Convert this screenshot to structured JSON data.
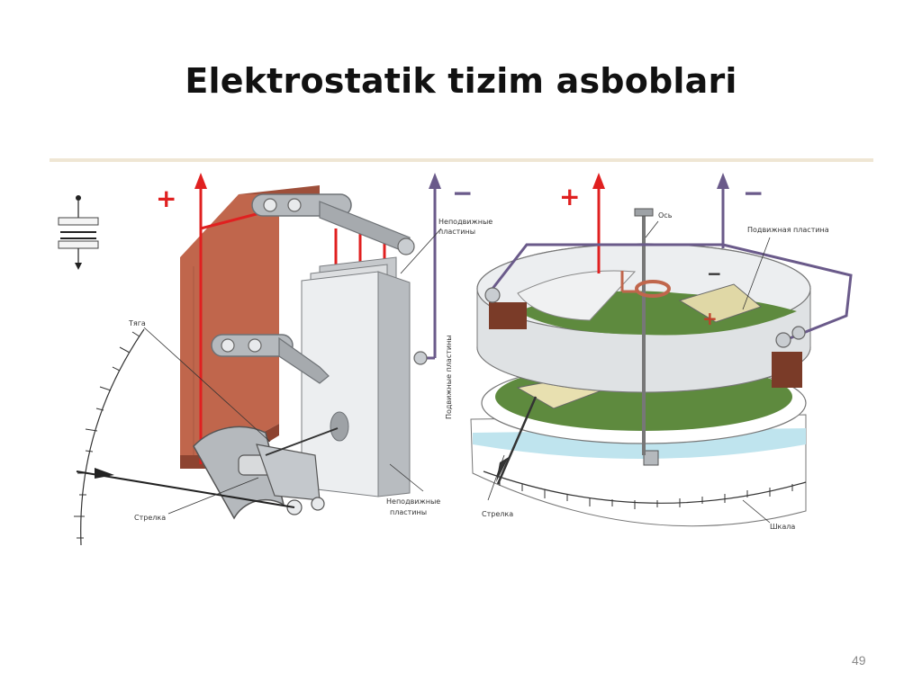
{
  "slide": {
    "title": "Elektrostatik tizim asboblari",
    "page_number": "49"
  },
  "figure": {
    "left": {
      "plus_sign": "+",
      "minus_sign": "−",
      "label_tyaga": "Тяга",
      "label_strelka": "Стрелка",
      "label_podvizhnye_vertical": "Подвижные пластины",
      "label_nepodvizhnye_top_1": "Неподвижные",
      "label_nepodvizhnye_top_2": "пластины",
      "label_nepodvizhnye_bottom_1": "Неподвижные",
      "label_nepodvizhnye_bottom_2": "пластины"
    },
    "right": {
      "plus_sign": "+",
      "minus_sign": "−",
      "plate_plus": "+",
      "plate_minus": "−",
      "label_os": "Ось",
      "label_podvizhnaya": "Подвижная пластина",
      "label_strelka": "Стрелка",
      "label_shkala": "Шкала"
    },
    "colors": {
      "copper": "#c0664c",
      "red_wire": "#e02020",
      "purple_wire": "#6a5a8a",
      "plate_gray": "#e4e6e8",
      "green": "#5e8a3e",
      "scale_blue": "#bfe4ee"
    }
  }
}
